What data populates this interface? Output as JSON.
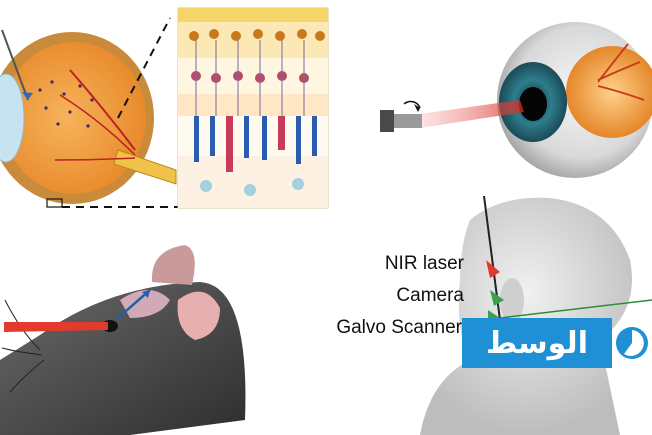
{
  "labels": {
    "nir_laser": "NIR laser",
    "camera": "Camera",
    "galvo_scanner": "Galvo Scanner"
  },
  "watermark": {
    "text": "الوسط",
    "color": "#1f8fd6"
  },
  "colors": {
    "laser": "#e23b2e",
    "retina_orange": "#f3a64a",
    "iris": "#2e7d8c",
    "mouse_body": "#4a4a4a",
    "head": "#dcdcdc"
  }
}
